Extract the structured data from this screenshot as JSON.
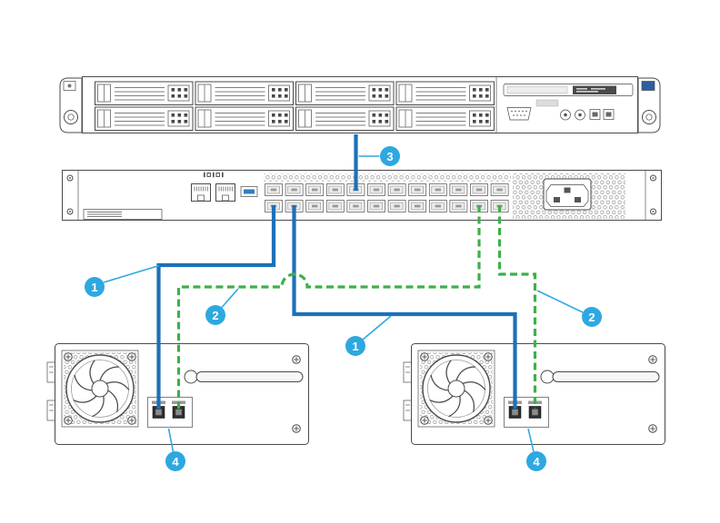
{
  "figure": {
    "kind": "hardware-cabling-diagram",
    "callouts": {
      "cable_1": "1",
      "cable_2": "2",
      "cable_3": "3",
      "ports_4": "4"
    },
    "colors": {
      "cable_solid_blue": "#1d70b7",
      "cable_dashed_green": "#3eb049",
      "callout_blue": "#2ea8e0",
      "hardware_outline": "#4a4a4a"
    },
    "illustrations": {
      "top": "rack-server-front-view",
      "middle": "appliance-rear-view-with-port-rows",
      "bottom_left": "power-module-with-fan",
      "bottom_right": "power-module-with-fan"
    }
  }
}
